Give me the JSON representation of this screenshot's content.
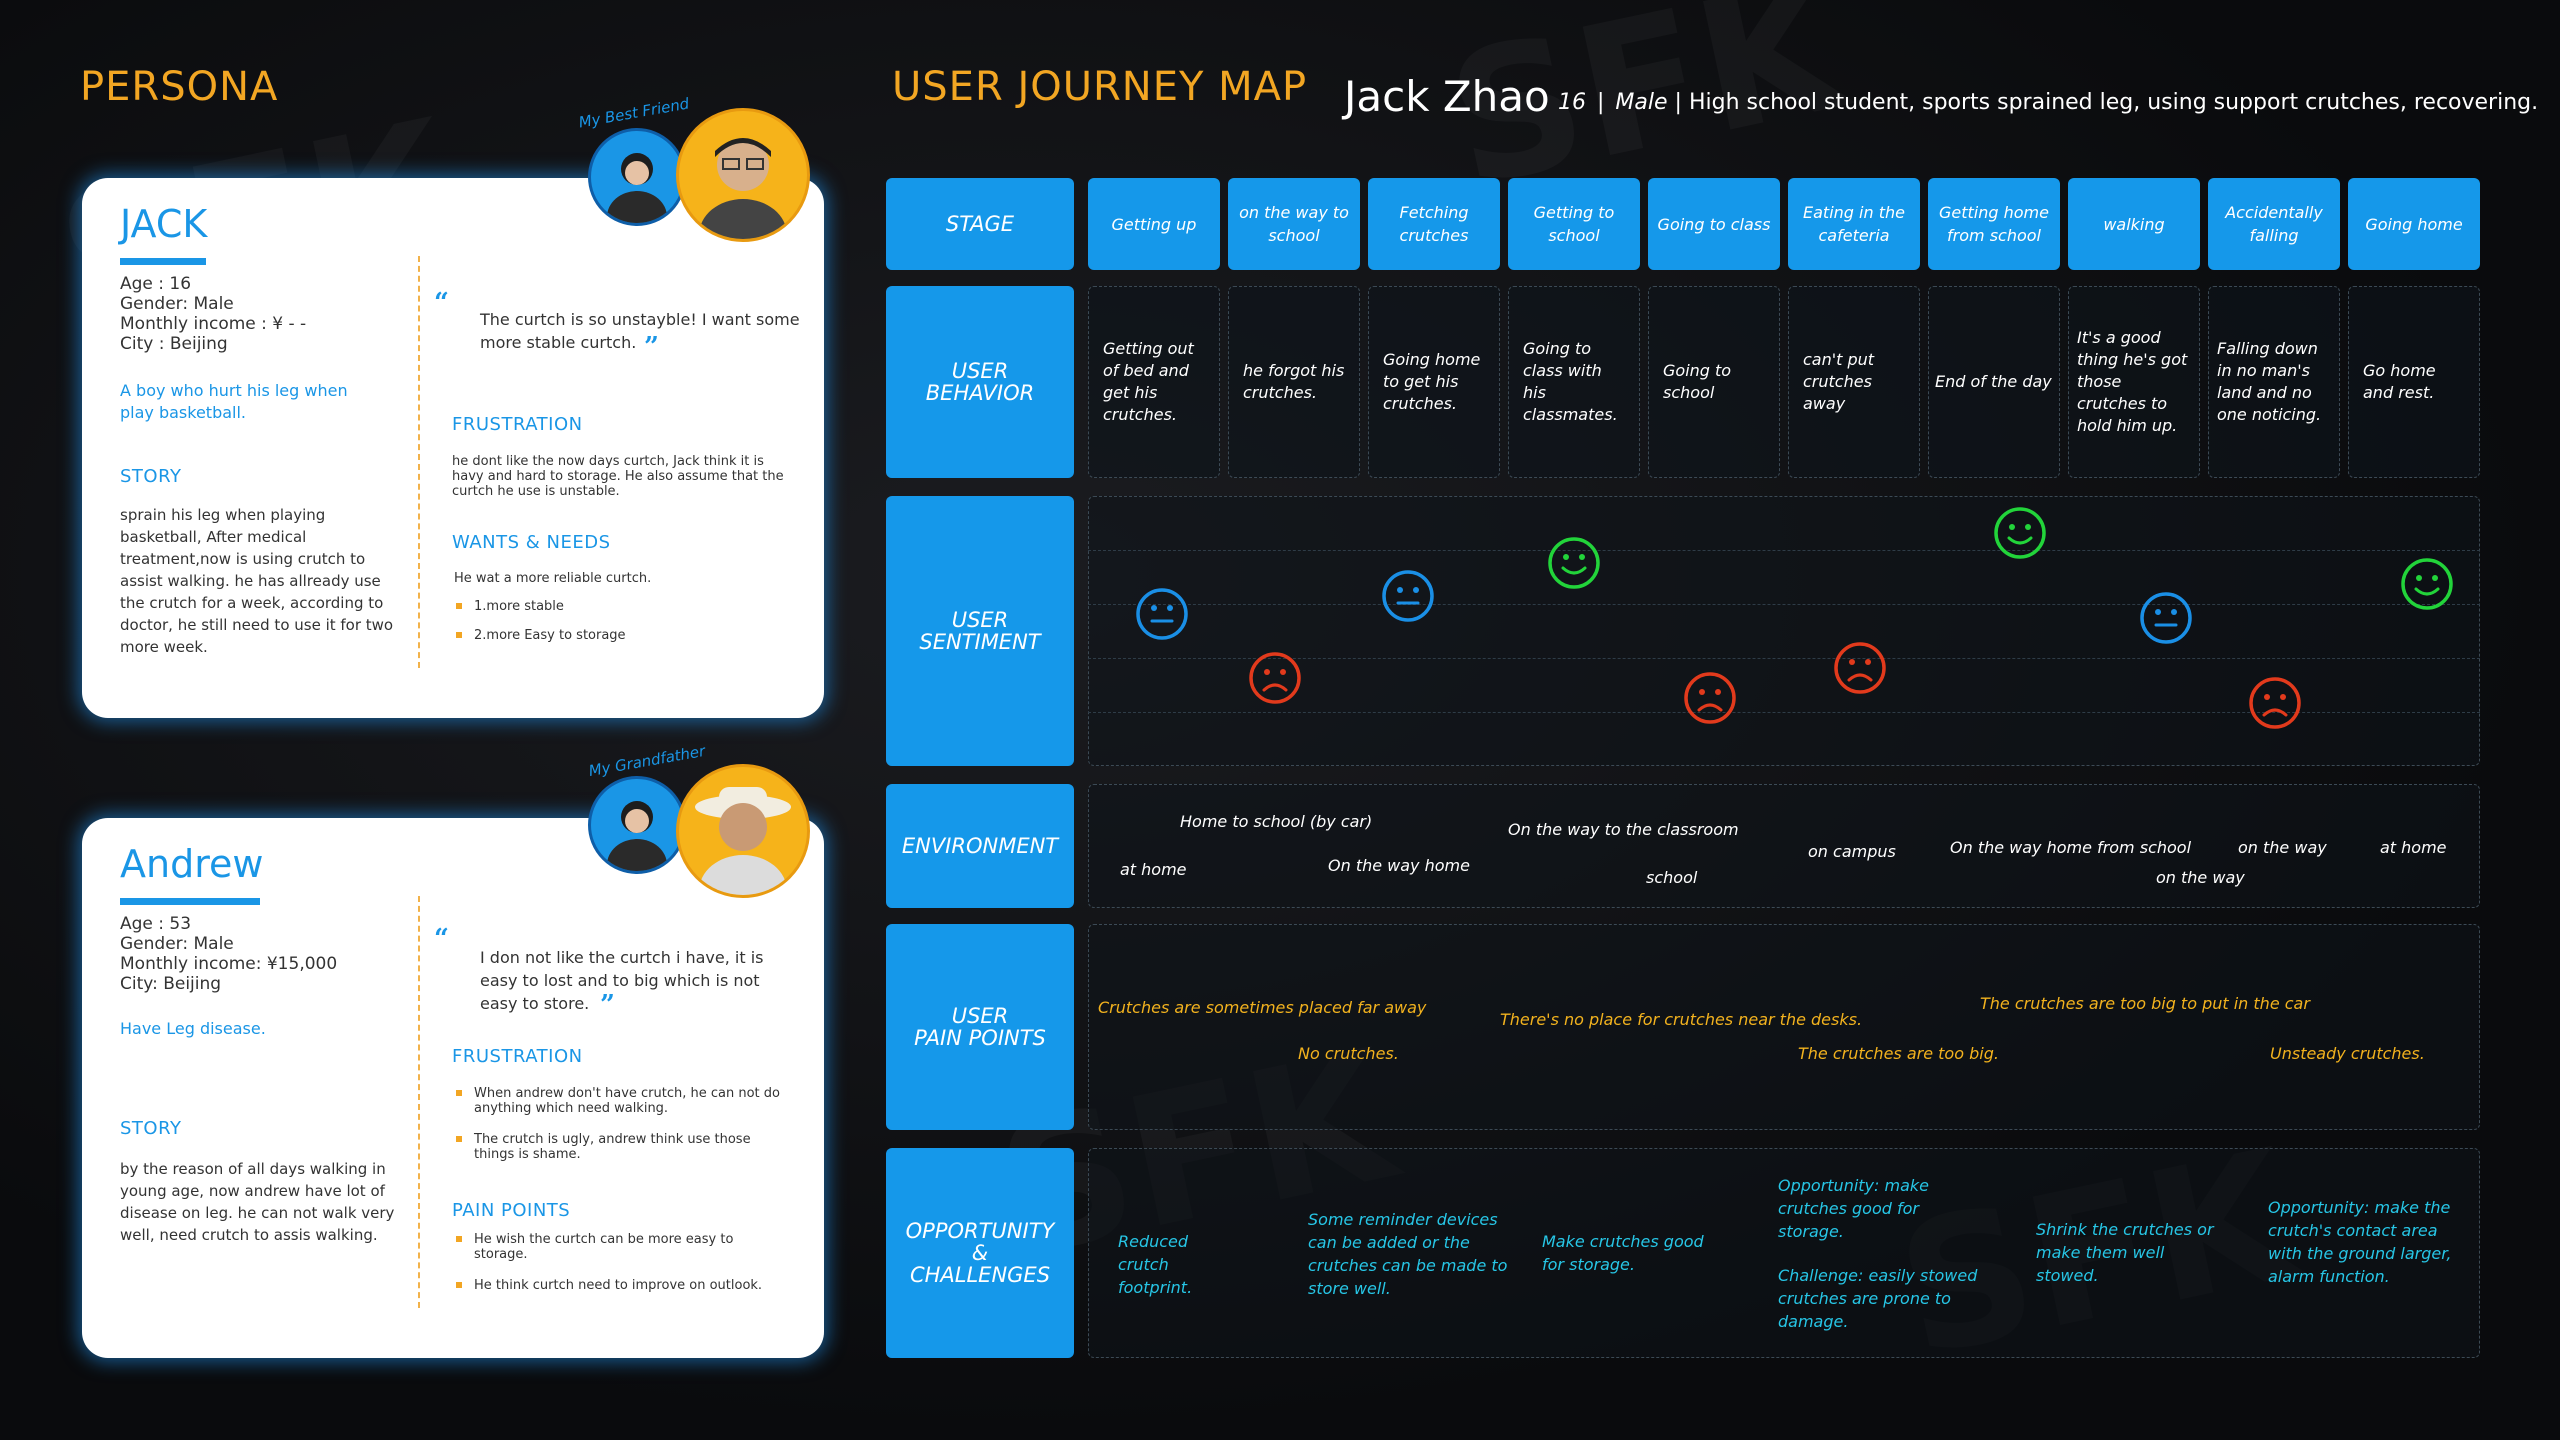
{
  "persona_title": "PERSONA",
  "journey_title": "USER JOURNEY MAP",
  "header": {
    "name": "Jack Zhao",
    "age": "16",
    "sep": "|",
    "gender": "Male",
    "description": "| High school student, sports sprained leg, using support crutches, recovering."
  },
  "jack": {
    "tag": "My Best Friend",
    "name": "JACK",
    "info": "Age : 16\nGender: Male\nMonthly income : ¥ - -\nCity : Beijing",
    "note": "A boy who hurt his leg when play basketball.",
    "story_title": "STORY",
    "story": "sprain his leg when playing basketball, After medical treatment,now is using crutch to assist walking. he has allready use the crutch for a week, according to doctor, he still need to use it for two more week.",
    "quote": "The curtch is so unstayble! I want some more stable curtch.",
    "frustration_title": "FRUSTRATION",
    "frustration": "he dont like the now days curtch, Jack think it is havy and hard to storage. He also assume  that the curtch he use is unstable.",
    "wants_title": "WANTS & NEEDS",
    "wants_intro": "He wat a more reliable curtch.",
    "wants": [
      "1.more stable",
      "2.more Easy to storage"
    ]
  },
  "andrew": {
    "tag": "My  Grandfather",
    "name": "Andrew",
    "info": "Age : 53\nGender: Male\nMonthly income: ¥15,000\nCity: Beijing",
    "note": "Have Leg disease.",
    "story_title": "STORY",
    "story": "by the reason of all days walking in young age, now andrew have lot of disease on leg. he can not walk very well, need crutch to assis walking.",
    "quote": "I don not like the curtch i have, it is easy to lost and to big which is not easy to store.",
    "frustration_title": "FRUSTRATION",
    "frustrations": [
      "When andrew don't have crutch, he can not do anything which need walking.",
      "The crutch is ugly, andrew think use those things is shame."
    ],
    "pain_title": "PAIN POINTS",
    "pains": [
      "He wish the curtch can be more easy to storage.",
      "He think curtch need to improve on outlook."
    ]
  },
  "rows": {
    "stage": "STAGE",
    "behavior": "USER\nBEHAVIOR",
    "sentiment": "USER\nSENTIMENT",
    "environment": "ENVIRONMENT",
    "pain": "USER\nPAIN POINTS",
    "opportunity": "OPPORTUNITY\n&\nCHALLENGES"
  },
  "stages": [
    "Getting up",
    "on the way to school",
    "Fetching crutches",
    "Getting to school",
    "Going to class",
    "Eating in the cafeteria",
    "Getting home from school",
    "walking",
    "Accidentally falling",
    "Going home"
  ],
  "behaviors": [
    "Getting out of bed and get his crutches.",
    "he forgot his crutches.",
    "Going home to get his crutches.",
    "Going to class with his classmates.",
    "Going to school",
    "can't put crutches away",
    "End of the day",
    "It's a good thing he's got those crutches to hold him up.",
    "Falling down in no man's land and no one noticing.",
    "Go home and rest."
  ],
  "sentiment": [
    "neutral",
    "sad",
    "neutral",
    "happy",
    "sad",
    "sad",
    "happy",
    "neutral",
    "sad",
    "happy"
  ],
  "environment": [
    "Home to school (by car)",
    "at home",
    "On the way home",
    "On the way to the classroom",
    "school",
    "on campus",
    "On the way home from school",
    "on the way",
    "on the way",
    "at home"
  ],
  "pains": [
    "Crutches are sometimes placed far away",
    "No crutches.",
    "There's no place for crutches near the desks.",
    "The crutches are too big.",
    "The crutches are too big to put in the car",
    "Unsteady crutches."
  ],
  "opportunities": [
    "Reduced crutch footprint.",
    "Some reminder devices can be added or the crutches can be made to store well.",
    "Make crutches good for storage.",
    "Opportunity: make crutches good for storage.",
    "Challenge: easily stowed crutches are prone to damage.",
    "Shrink the crutches or make them well stowed.",
    "Opportunity: make the crutch's contact area with the ground larger, alarm function."
  ],
  "colors": {
    "accent": "#f2a623",
    "blue": "#1598ea",
    "happy": "#22d43a",
    "neutral": "#1a8fe6",
    "sad": "#e23a1c",
    "pain": "#f2b21e",
    "opportunity": "#27c6e6"
  }
}
